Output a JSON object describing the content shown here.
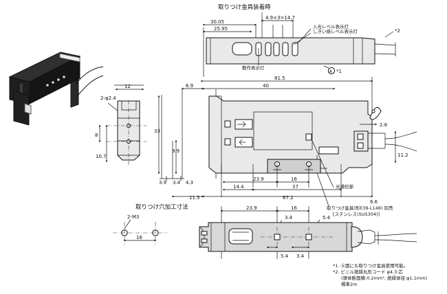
{
  "titles": {
    "bracket_top": "取りつけ金具装着時",
    "mounting_hole": "取りつけ穴加工寸法"
  },
  "callouts": {
    "incident_level": "入光レベル表示灯",
    "threshold_level": "しきい値レベル表示灯",
    "operation": "動作表示灯",
    "optical_port": "光通信部",
    "bracket_sold_separately": "取りつけ金具(形E39-L148) 別売",
    "stainless": "[ステンレス(SUS304)]",
    "star_2": "*2",
    "face_a_star_1": "*1",
    "face_a_symbol": "A"
  },
  "dimensions": {
    "d30_05": "30.05",
    "d25_95": "25.95",
    "d4_9x3": "4.9×3=14.7",
    "d81_5": "81.5",
    "d6_9": "6.9",
    "d40": "40",
    "d12": "12",
    "d2_phi2_4": "2-φ2.4",
    "d33": "33",
    "d8": "8",
    "d10_7": "10.7",
    "d9_9": "9.9",
    "d3_9": "3.9",
    "d3_4": "3.4",
    "d4_3": "4.3",
    "d23_9": "23.9",
    "d16": "16",
    "d14_4": "14.4",
    "d37": "37",
    "d11_5": "11.5",
    "d67_2": "67.2",
    "d2_8": "2.8",
    "d11_2": "11.2",
    "d6_6": "6.6",
    "d2_m3": "2-M3",
    "d16_hole": "16",
    "d23_9_bottom": "23.9",
    "d16_bottom": "16",
    "d3_4_bottom_top": "3.4",
    "d5_4_top": "5.4",
    "d5_4_bottom": "5.4",
    "d3_4_bottom": "3.4"
  },
  "notes": {
    "note1": "*1. Ⓐ面にも取りつけ金具使用可能。",
    "note2": "*2. ビニル絶縁丸形コード φ4.3:芯",
    "note3": "(導体断面積:0.2mm², 絶縁体径:φ1.1mm)",
    "note4": "標準2m"
  }
}
